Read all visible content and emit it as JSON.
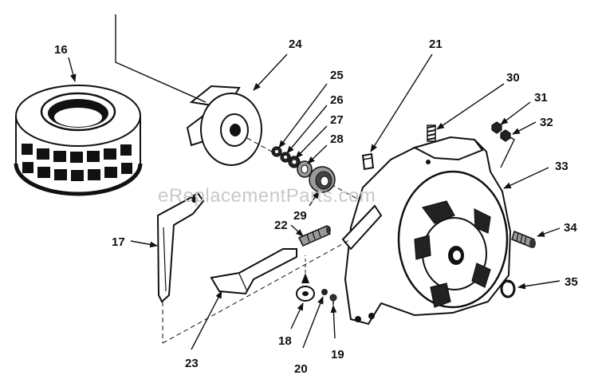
{
  "watermark": "eReplacementParts.com",
  "callouts": {
    "c16": "16",
    "c17": "17",
    "c18": "18",
    "c19": "19",
    "c20": "20",
    "c21": "21",
    "c22": "22",
    "c23": "23",
    "c24": "24",
    "c25": "25",
    "c26": "26",
    "c27": "27",
    "c28": "28",
    "c29": "29",
    "c30": "30",
    "c31": "31",
    "c32": "32",
    "c33": "33",
    "c34": "34",
    "c35": "35"
  }
}
